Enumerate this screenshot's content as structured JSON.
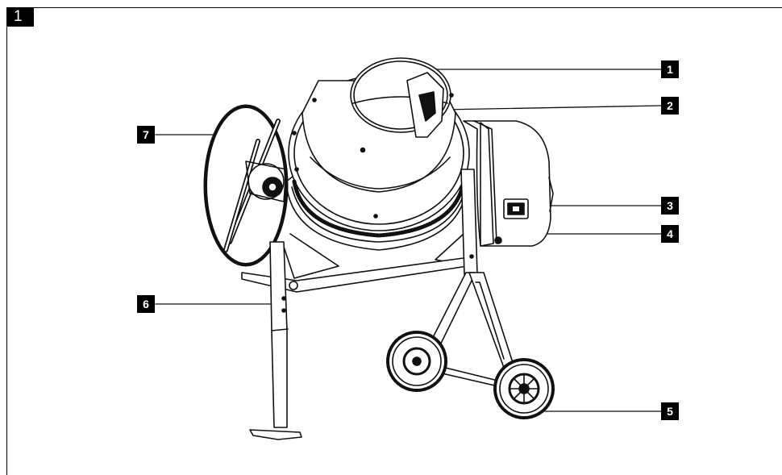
{
  "figure": {
    "number": "1"
  },
  "callouts": [
    {
      "id": "1",
      "label": "1"
    },
    {
      "id": "2",
      "label": "2"
    },
    {
      "id": "3",
      "label": "3"
    },
    {
      "id": "4",
      "label": "4"
    },
    {
      "id": "5",
      "label": "5"
    },
    {
      "id": "6",
      "label": "6"
    },
    {
      "id": "7",
      "label": "7"
    }
  ]
}
